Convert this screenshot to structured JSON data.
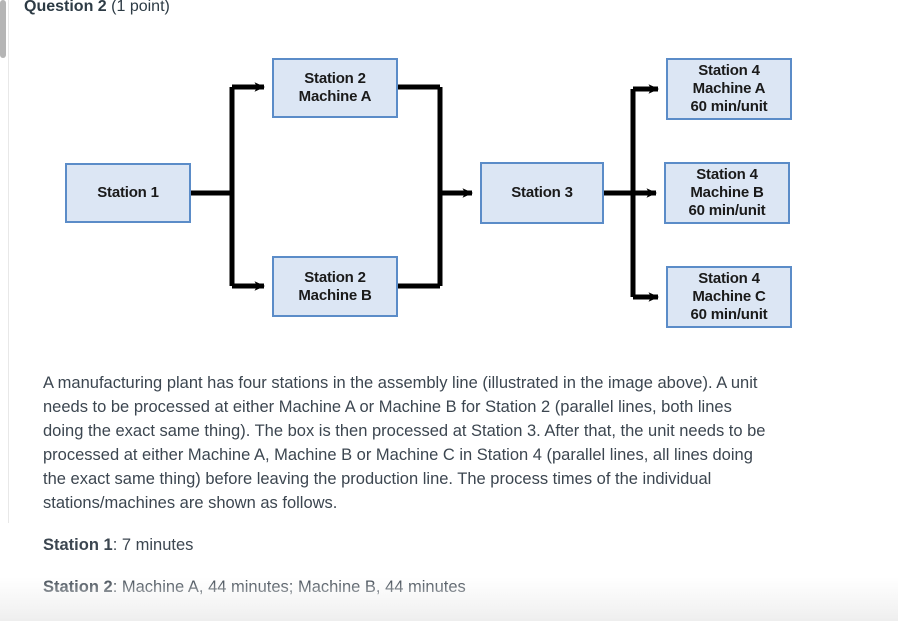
{
  "question": {
    "label": "Question 2",
    "points": "(1 point)"
  },
  "colors": {
    "box_fill": "#dce6f4",
    "box_border": "#5b8cc8",
    "connector": "#000000",
    "text": "#3c4650"
  },
  "diagram": {
    "title": "assembly-line-flow-diagram",
    "nodes": [
      {
        "id": "station-1",
        "lines": [
          "Station 1"
        ]
      },
      {
        "id": "station-2-machine-a",
        "lines": [
          "Station 2",
          "Machine A"
        ]
      },
      {
        "id": "station-2-machine-b",
        "lines": [
          "Station 2",
          "Machine B"
        ]
      },
      {
        "id": "station-3",
        "lines": [
          "Station 3"
        ]
      },
      {
        "id": "station-4-machine-a",
        "lines": [
          "Station 4",
          "Machine A",
          "60 min/unit"
        ]
      },
      {
        "id": "station-4-machine-b",
        "lines": [
          "Station 4",
          "Machine B",
          "60 min/unit"
        ]
      },
      {
        "id": "station-4-machine-c",
        "lines": [
          "Station 4",
          "Machine C",
          "60 min/unit"
        ]
      }
    ]
  },
  "body": {
    "paragraph": "A manufacturing plant has four stations in the assembly line (illustrated in the image above). A unit needs to be processed at either Machine A or Machine B for Station 2 (parallel lines, both lines doing the exact same thing). The box is then processed at Station 3. After that, the unit needs to be processed at either Machine A, Machine B or Machine C in Station 4 (parallel lines, all lines doing the exact same thing) before leaving the production line. The process times of the individual stations/machines are shown as follows.",
    "facts": [
      {
        "label": "Station 1",
        "value": ": 7 minutes"
      },
      {
        "label": "Station 2",
        "value": ": Machine A, 44 minutes; Machine B, 44 minutes"
      }
    ]
  }
}
